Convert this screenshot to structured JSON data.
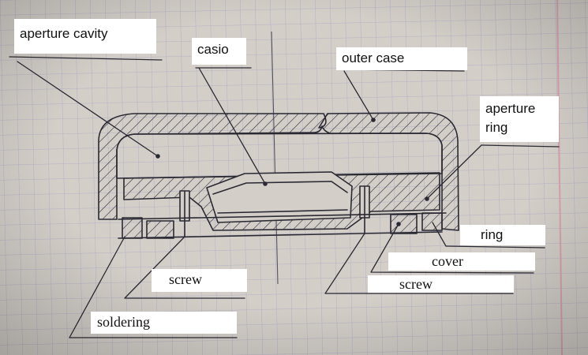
{
  "labels": {
    "aperture_cavity": "aperture cavity",
    "casio": "casio",
    "outer_case": "outer case",
    "aperture_ring": "aperture\nring",
    "ring": "ring",
    "cover": "cover",
    "screw_right": "screw",
    "screw_left": "screw",
    "soldering": "soldering"
  },
  "colors": {
    "paper": "#d3cec8",
    "grid": "#a9a7c4",
    "margin_line": "#d7a3ad",
    "ink": "#2b2a33",
    "label_bg": "#ffffff",
    "label_text": "#111111"
  }
}
